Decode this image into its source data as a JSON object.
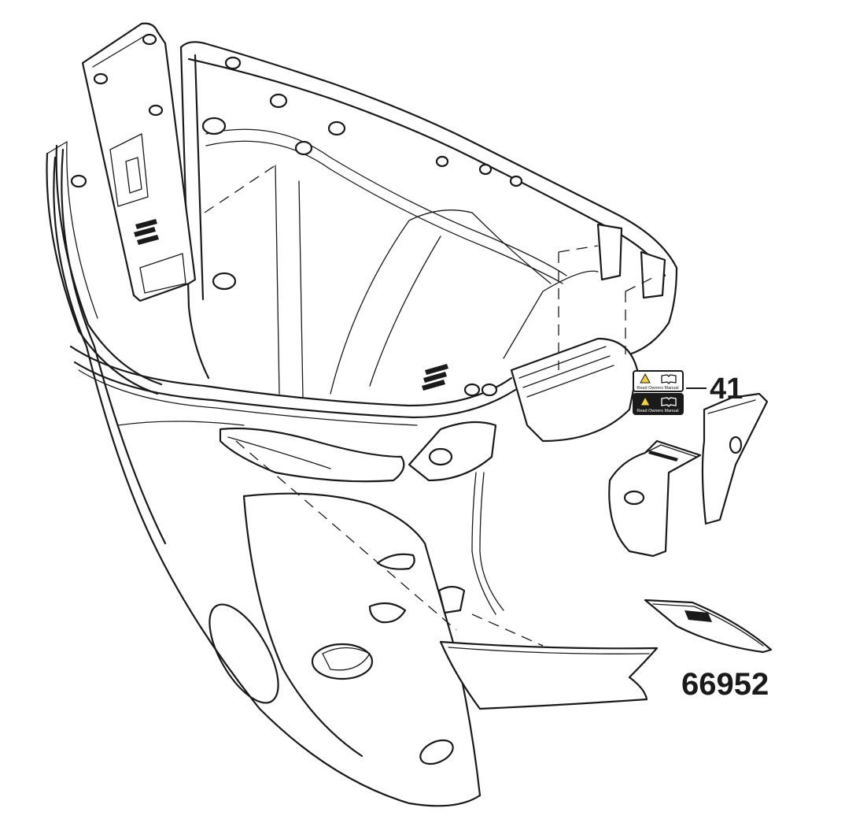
{
  "callout": {
    "number": "41"
  },
  "decal": {
    "caption_top": "Read Owners Manual",
    "caption_bottom": "Read Owners Manual",
    "warning_color": "#f2d23a",
    "icons": [
      "warning-icon",
      "book-icon"
    ]
  },
  "figure_id": "66952"
}
